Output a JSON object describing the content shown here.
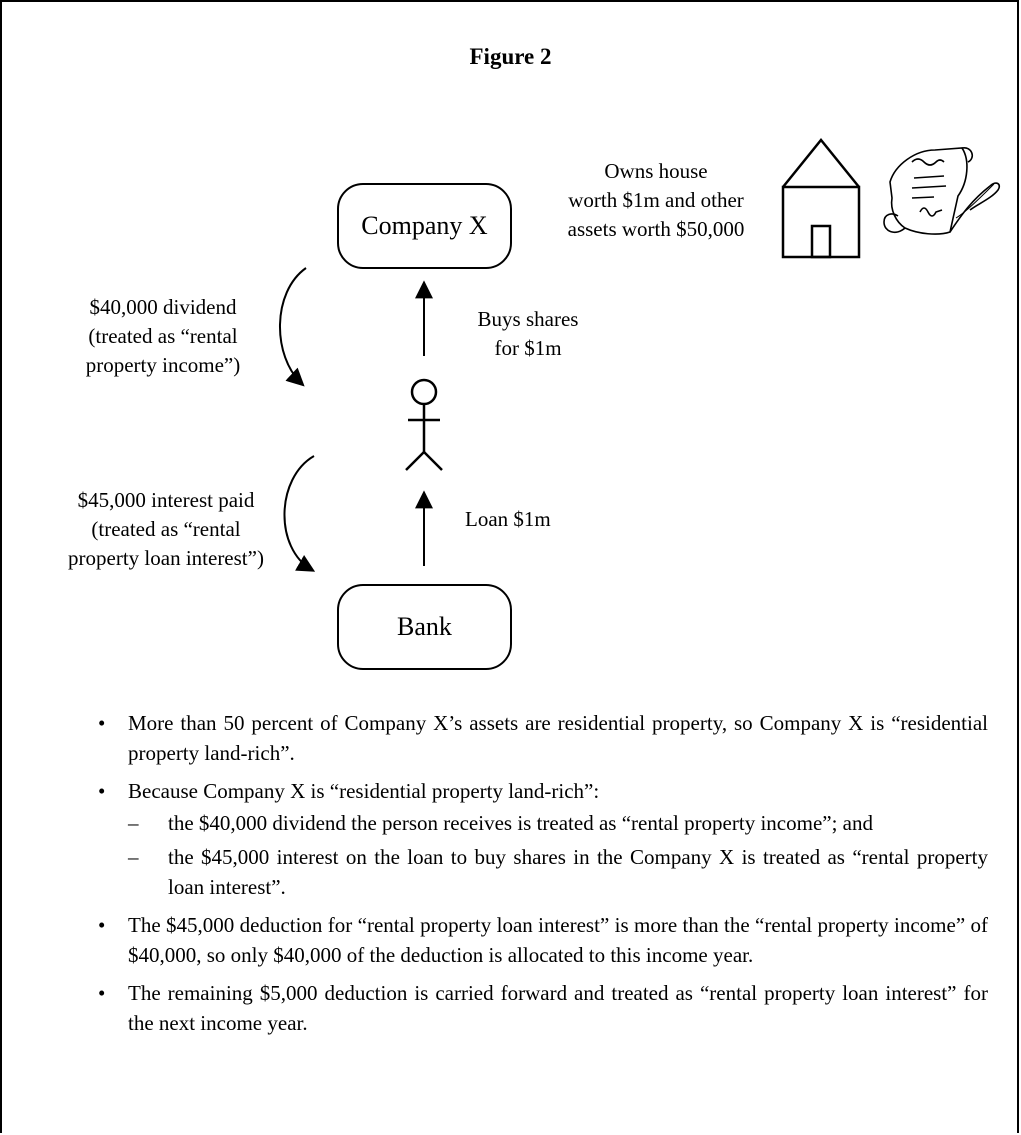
{
  "title": "Figure 2",
  "nodes": {
    "company": "Company X",
    "bank": "Bank"
  },
  "labels": {
    "owns_line1": "Owns house",
    "owns_line2": "worth $1m and other",
    "owns_line3": "assets worth $50,000",
    "buys_line1": "Buys shares",
    "buys_line2": "for $1m",
    "loan": "Loan $1m",
    "dividend_line1": "$40,000 dividend",
    "dividend_line2": "(treated as “rental",
    "dividend_line3": "property income”)",
    "interest_line1": "$45,000 interest paid",
    "interest_line2": "(treated as “rental",
    "interest_line3": "property loan interest”)"
  },
  "icons": [
    "house-icon",
    "deed-scroll-icon",
    "person-icon"
  ],
  "bullets": {
    "b1": "More than 50 percent of Company X’s assets are residential property, so Company X is “residential property land-rich”.",
    "b2": "Because Company X is “residential property land-rich”:",
    "b2_sub1": "the $40,000 dividend the person receives is treated as “rental property income”; and",
    "b2_sub2": "the $45,000 interest on the loan to buy shares in the Company X is treated as “rental property loan interest”.",
    "b3": "The $45,000 deduction for “rental property loan interest” is more than the “rental property income” of $40,000, so only $40,000 of the deduction is allocated to this income year.",
    "b4": "The remaining $5,000 deduction is carried forward and treated as “rental property loan interest” for the next income year."
  }
}
